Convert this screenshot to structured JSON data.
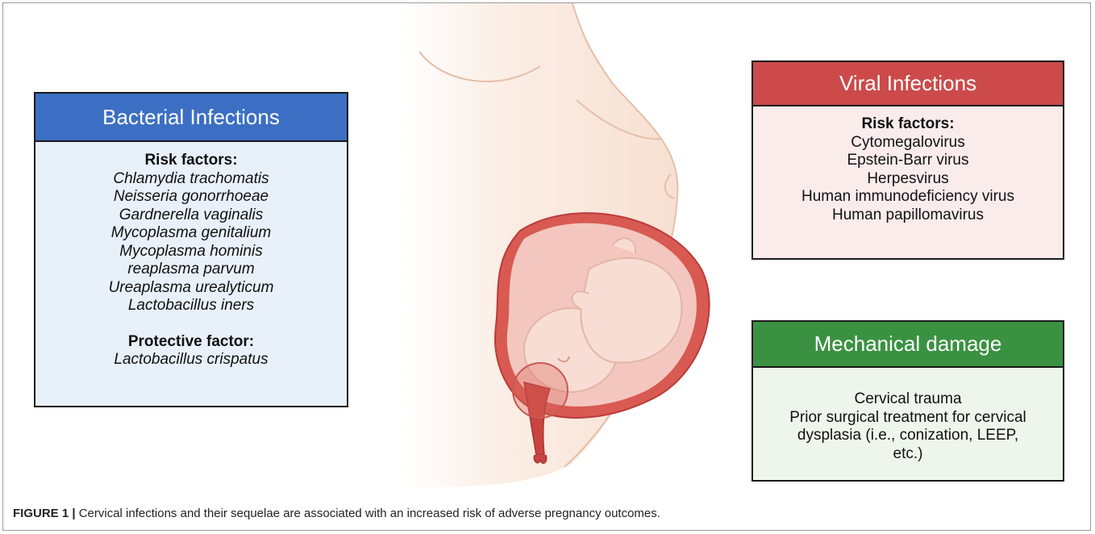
{
  "bacterial": {
    "title": "Bacterial Infections",
    "risk_heading": "Risk factors:",
    "risk_items": [
      "Chlamydia trachomatis",
      "Neisseria gonorrhoeae",
      "Gardnerella vaginalis",
      "Mycoplasma genitalium",
      "Mycoplasma hominis",
      "reaplasma parvum",
      "Ureaplasma urealyticum",
      "Lactobacillus iners"
    ],
    "protective_heading": "Protective factor:",
    "protective_item": "Lactobacillus crispatus",
    "header_color": "#3c6fc3"
  },
  "viral": {
    "title": "Viral Infections",
    "risk_heading": "Risk factors:",
    "risk_items": [
      "Cytomegalovirus",
      "Epstein-Barr virus",
      "Herpesvirus",
      "Human immunodeficiency virus",
      "Human papillomavirus"
    ],
    "header_color": "#cc4a4a"
  },
  "mechanical": {
    "title": "Mechanical damage",
    "lines": [
      "Cervical trauma",
      "Prior surgical treatment for cervical",
      "dysplasia (i.e., conization, LEEP,",
      "etc.)"
    ],
    "header_color": "#3b9142"
  },
  "caption": {
    "label": "FIGURE 1 |",
    "text": " Cervical infections and their sequelae are associated with an increased risk of adverse pregnancy outcomes."
  }
}
